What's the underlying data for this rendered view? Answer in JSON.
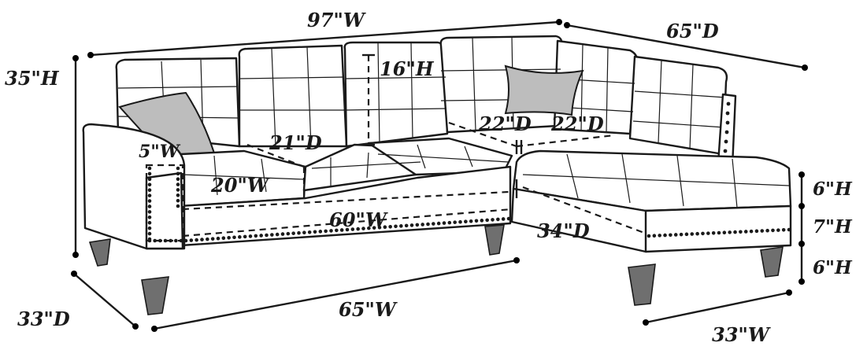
{
  "diagram": {
    "colors": {
      "line": "#1a1a1a",
      "pillow": "#bdbdbd",
      "leg": "#6f6f6f",
      "background": "#ffffff"
    },
    "dimensions": {
      "overall_width": "97\"W",
      "overall_depth": "65\"D",
      "overall_height": "35\"H",
      "back_height": "16\"H",
      "arm_width": "5\"W",
      "seat_depth": "21\"D",
      "seat_width": "20\"W",
      "corner_depth_left": "22\"D",
      "corner_depth_right": "22\"D",
      "seating_width": "60\"W",
      "chaise_depth": "34\"D",
      "chaise_cushion_height": "6\"H",
      "chaise_base_height": "7\"H",
      "leg_height": "6\"H",
      "sofa_depth": "33\"D",
      "sofa_width": "65\"W",
      "chaise_width": "33\"W"
    }
  }
}
